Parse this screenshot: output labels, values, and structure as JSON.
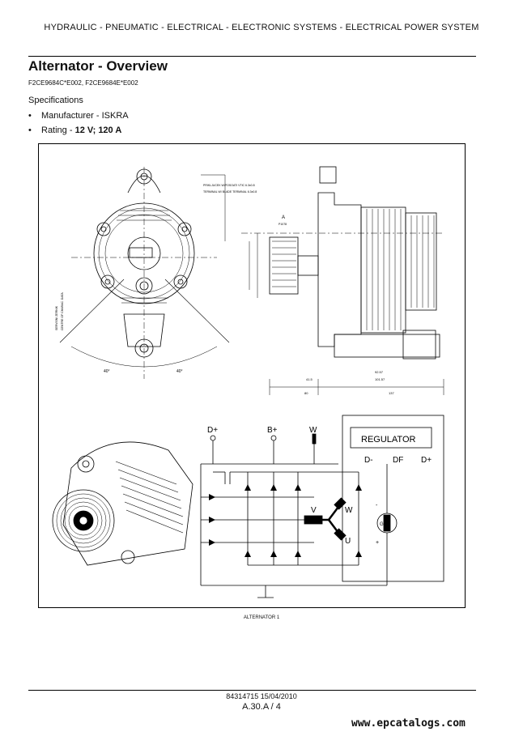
{
  "header": {
    "section_title": "HYDRAULIC - PNEUMATIC - ELECTRICAL - ELECTRONIC SYSTEMS - ELECTRICAL POWER SYSTEM"
  },
  "page": {
    "title": "Alternator - Overview",
    "codes": "F2CE9684C*E002, F2CE9684E*E002",
    "spec_heading": "Specifications",
    "bullets": [
      {
        "prefix": "Manufacturer - ",
        "value": "ISKRA"
      },
      {
        "prefix": "Rating - ",
        "value": "12 V; 120 A"
      }
    ]
  },
  "figure": {
    "labels": {
      "d_plus": "D+",
      "b_plus": "B+",
      "w": "W",
      "regulator": "REGULATOR",
      "d_minus": "D-",
      "df": "DF",
      "d_plus_reg": "D+",
      "v": "V",
      "w_coil": "W",
      "u": "U",
      "g": "G",
      "plus": "+",
      "minus": "-",
      "view_a": "A",
      "pin_a": "P1078",
      "terminal_1": "PRIKLJUCEK W/POSOATI VTIC 6.3x0.8",
      "terminal_2": "TERMINAL W/ BLADE TERMINAL 6.3x0.8",
      "service_a": "SERVISNI ZERNIK",
      "service_b": "CENTRE OF CHARAC. DATA",
      "angle_1": "40°",
      "angle_2": "40°",
      "dim_80": "80",
      "dim_137": "137",
      "dim_101": "101.57",
      "dim_92": "92.57",
      "dim_415": "41.5"
    },
    "caption": "ALTERNATOR   1"
  },
  "footer": {
    "doc_id": "84314715 15/04/2010",
    "page_ref": "A.30.A / 4"
  },
  "watermark": "www.epcatalogs.com"
}
